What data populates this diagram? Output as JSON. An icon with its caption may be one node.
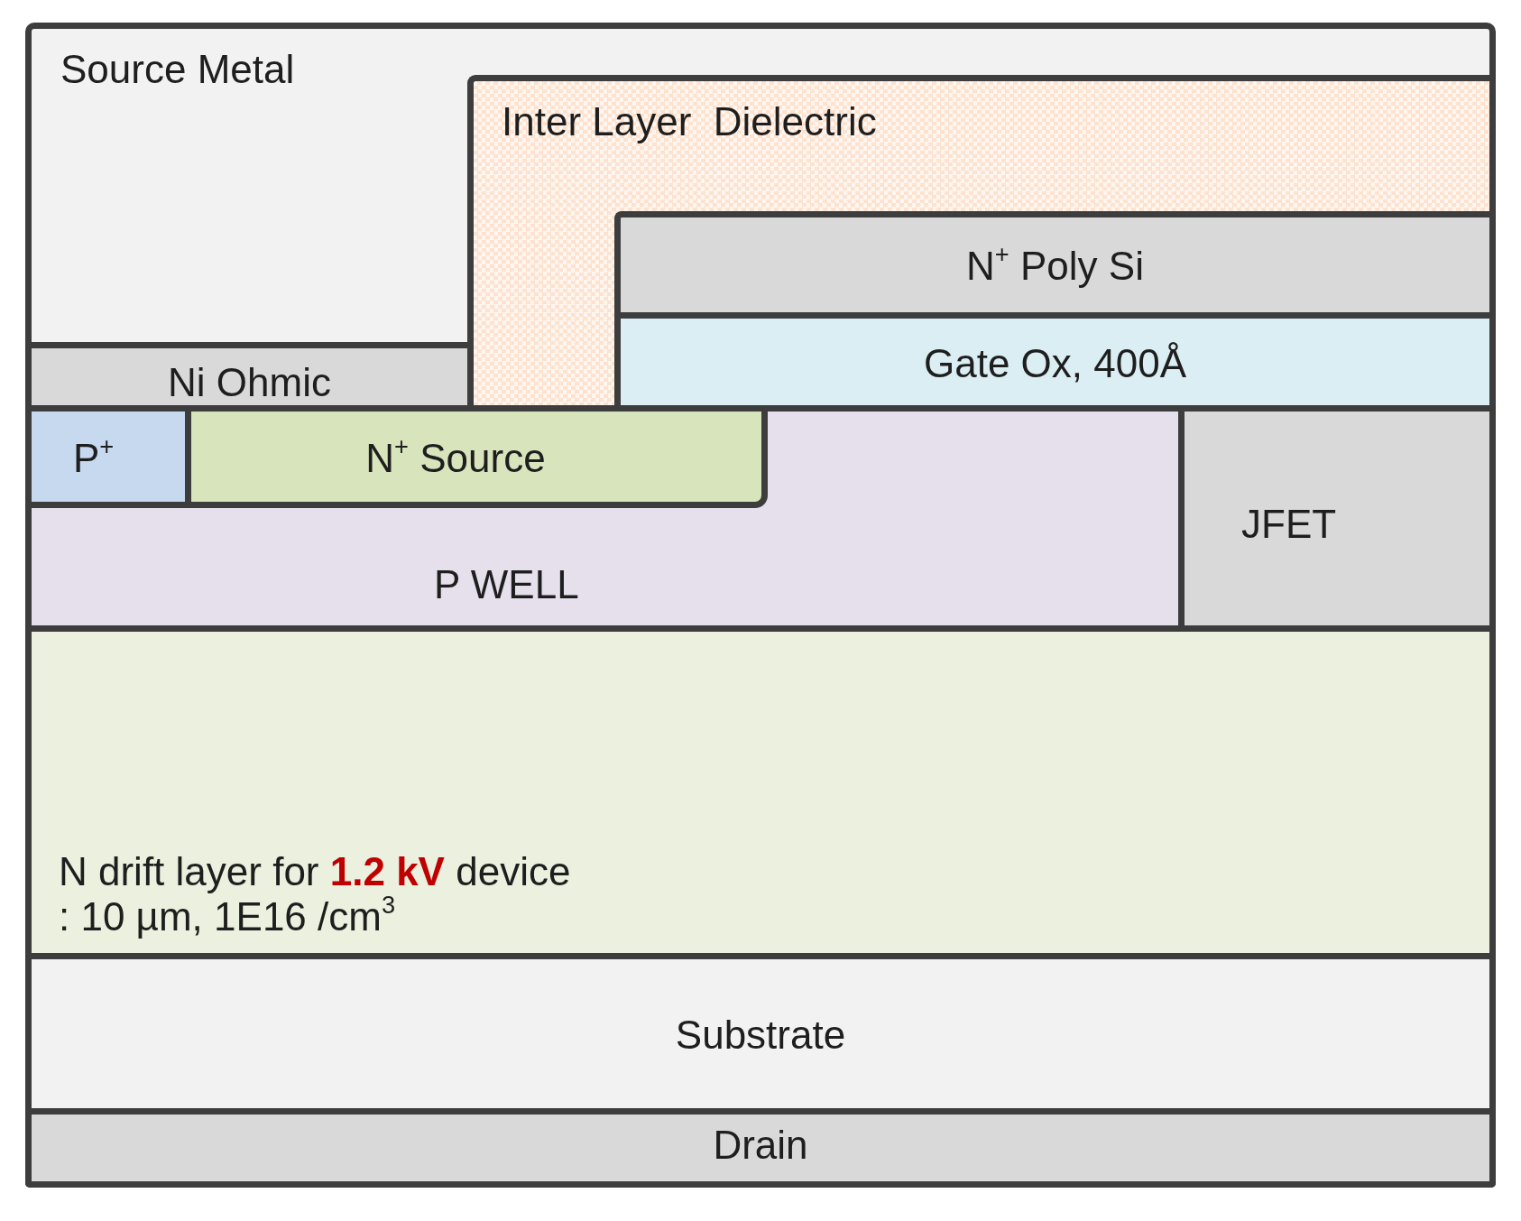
{
  "diagram": {
    "nodes": [
      {
        "text": [
          "Source Metal"
        ]
      },
      {
        "text": [
          "Inter Layer  Dielectric"
        ],
        "in": 0
      },
      {
        "text": [
          "N$^{+}$ Poly Si"
        ],
        "in": 1
      },
      {
        "text": [
          "Gate Ox, 400Å"
        ],
        "in": 1
      },
      {
        "text": [
          "Ni Ohmic"
        ],
        "in": 0
      },
      {
        "text": [
          "P WELL"
        ]
      },
      {
        "text": [
          "P$^{+}$"
        ],
        "in": 5
      },
      {
        "text": [
          "N$^{+}$ Source"
        ],
        "in": 5
      },
      {
        "text": [
          "JFET"
        ]
      },
      {
        "text": [
          "N drift layer for **1.2 kV** device",
          ": 10 µm, 1E16 /cm$^{3}$"
        ]
      },
      {
        "text": [
          "Substrate"
        ]
      },
      {
        "text": [
          "Drain"
        ]
      }
    ]
  }
}
